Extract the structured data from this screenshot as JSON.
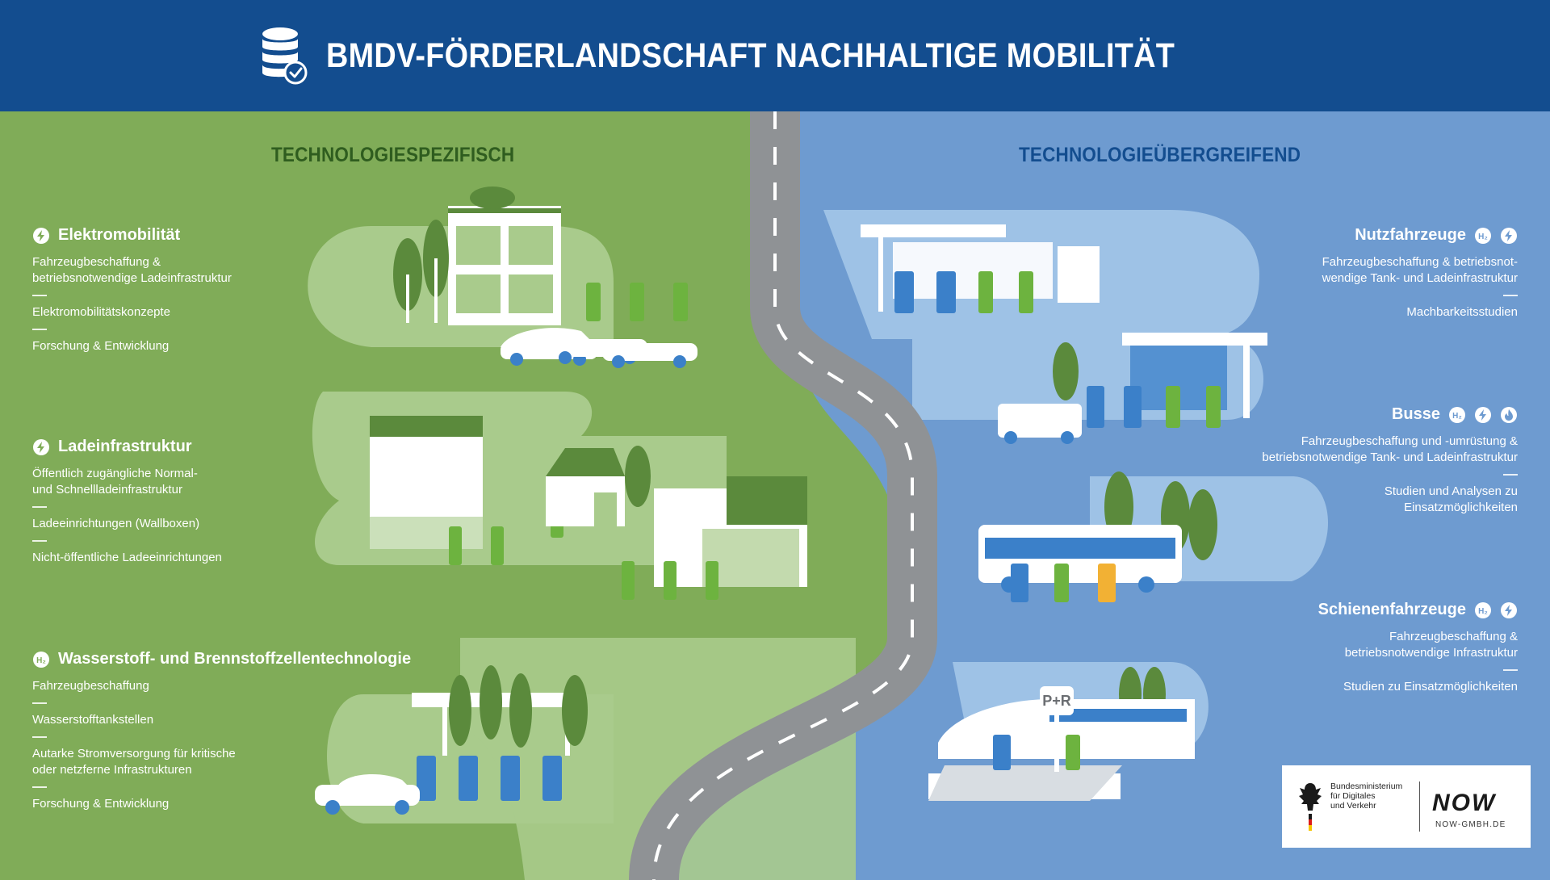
{
  "header": {
    "title": "BMDV-FÖRDERLANDSCHAFT NACHHALTIGE MOBILITÄT",
    "icon": "database-check-icon"
  },
  "colors": {
    "header_bg": "#134d8f",
    "left_bg": "#80ac58",
    "left_light": "#a9cb8c",
    "right_bg": "#6e9bd0",
    "right_light": "#9ec2e6",
    "road": "#8f9295",
    "charger_green": "#6db33f",
    "hydrogen_blue": "#3b80c9"
  },
  "left": {
    "title": "TECHNOLOGIESPEZIFISCH",
    "categories": [
      {
        "icon": "lightning-icon",
        "label": "Elektromobilität",
        "items": [
          "Fahrzeugbeschaffung & betriebsnotwendige Ladeinfrastruktur",
          "Elektromobilitätskonzepte",
          "Forschung & Entwicklung"
        ]
      },
      {
        "icon": "lightning-icon",
        "label": "Ladeinfrastruktur",
        "items": [
          "Öffentlich zugängliche Normal- und Schnellladeinfrastruktur",
          "Ladeeinrichtungen (Wallboxen)",
          "Nicht-öffentliche Ladeeinrichtungen"
        ]
      },
      {
        "icon": "hydrogen-icon",
        "label": "Wasserstoff- und Brennstoffzellentechnologie",
        "items": [
          "Fahrzeugbeschaffung",
          "Wasserstofftankstellen",
          "Autarke Stromversorgung für kritische oder netzferne Infrastrukturen",
          "Forschung & Entwicklung"
        ]
      }
    ]
  },
  "right": {
    "title": "TECHNOLOGIEÜBERGREIFEND",
    "categories": [
      {
        "icons": [
          "hydrogen-icon",
          "lightning-icon"
        ],
        "label": "Nutzfahrzeuge",
        "items": [
          "Fahrzeugbeschaffung & betriebsnot-wendige Tank- und Ladeinfrastruktur",
          "Machbarkeitsstudien"
        ]
      },
      {
        "icons": [
          "hydrogen-icon",
          "lightning-icon",
          "flame-icon"
        ],
        "label": "Busse",
        "items": [
          "Fahrzeugbeschaffung und -umrüstung & betriebsnotwendige Tank- und Ladeinfrastruktur",
          "Studien und Analysen zu Einsatzmöglichkeiten"
        ]
      },
      {
        "icons": [
          "hydrogen-icon",
          "lightning-icon"
        ],
        "label": "Schienenfahrzeuge",
        "items": [
          "Fahrzeugbeschaffung & betriebsnotwendige Infrastruktur",
          "Studien zu Einsatzmöglichkeiten"
        ]
      }
    ]
  },
  "scene": {
    "park_ride_sign": "P+R",
    "h2_label": "H₂"
  },
  "logos": {
    "ministry_lines": [
      "Bundesministerium",
      "für Digitales",
      "und Verkehr"
    ],
    "now_word": "NOW",
    "now_url": "NOW-GMBH.DE"
  }
}
